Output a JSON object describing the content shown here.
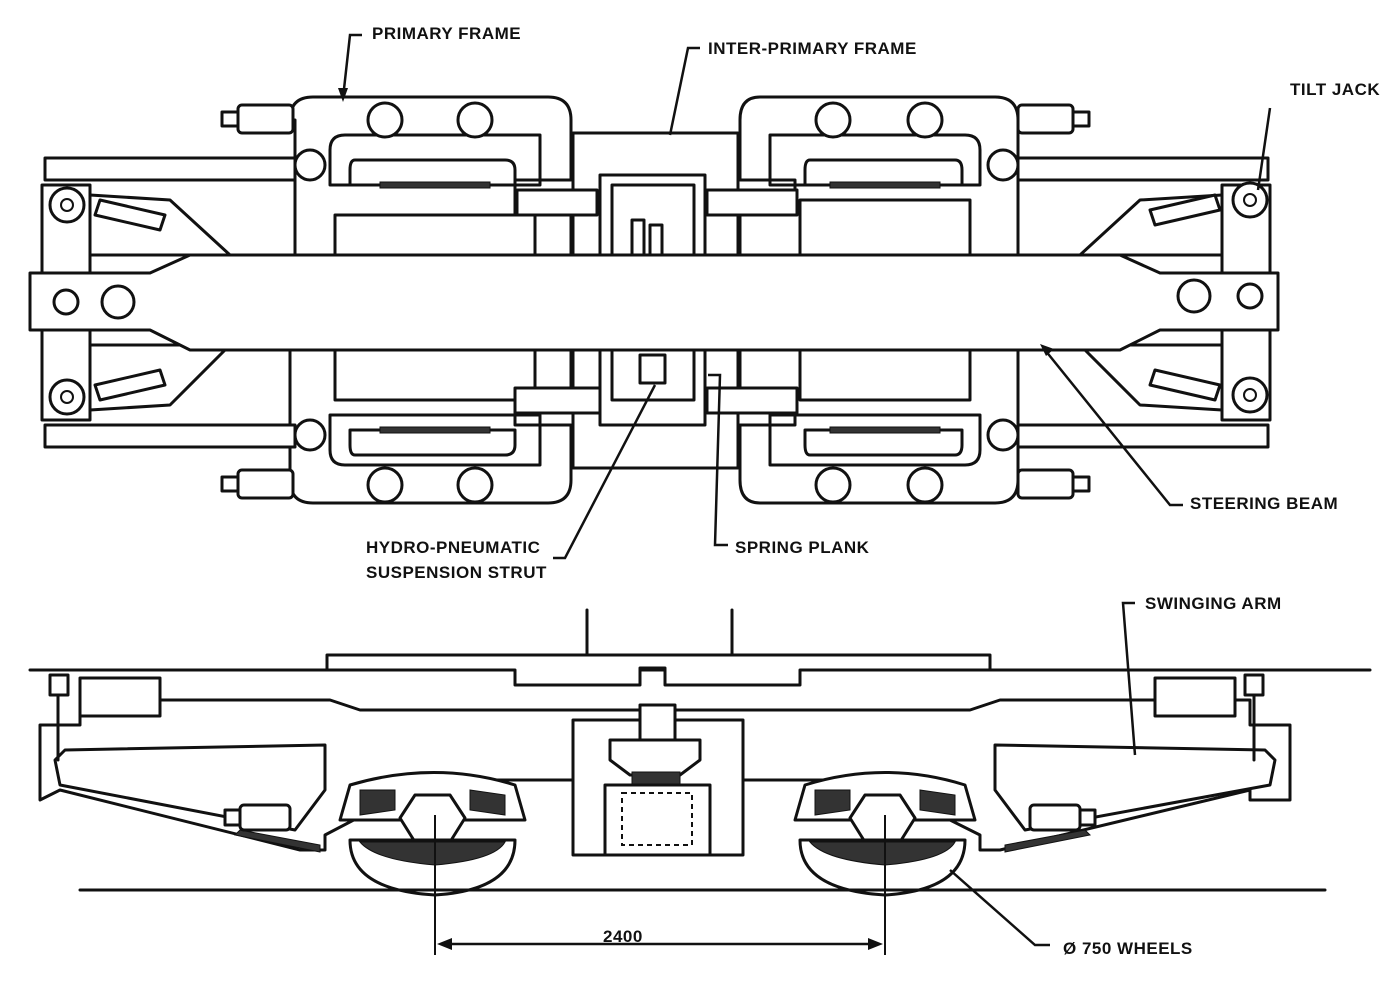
{
  "labels": {
    "primary_frame": "PRIMARY FRAME",
    "inter_primary_frame": "INTER-PRIMARY FRAME",
    "tilt_jack": "TILT JACK",
    "steering_beam": "STEERING BEAM",
    "hydro_pneumatic_line1": "HYDRO-PNEUMATIC",
    "hydro_pneumatic_line2": "SUSPENSION STRUT",
    "spring_plank": "SPRING PLANK",
    "swinging_arm": "SWINGING ARM",
    "wheelbase": "2400",
    "wheels": "Ø 750 WHEELS"
  }
}
